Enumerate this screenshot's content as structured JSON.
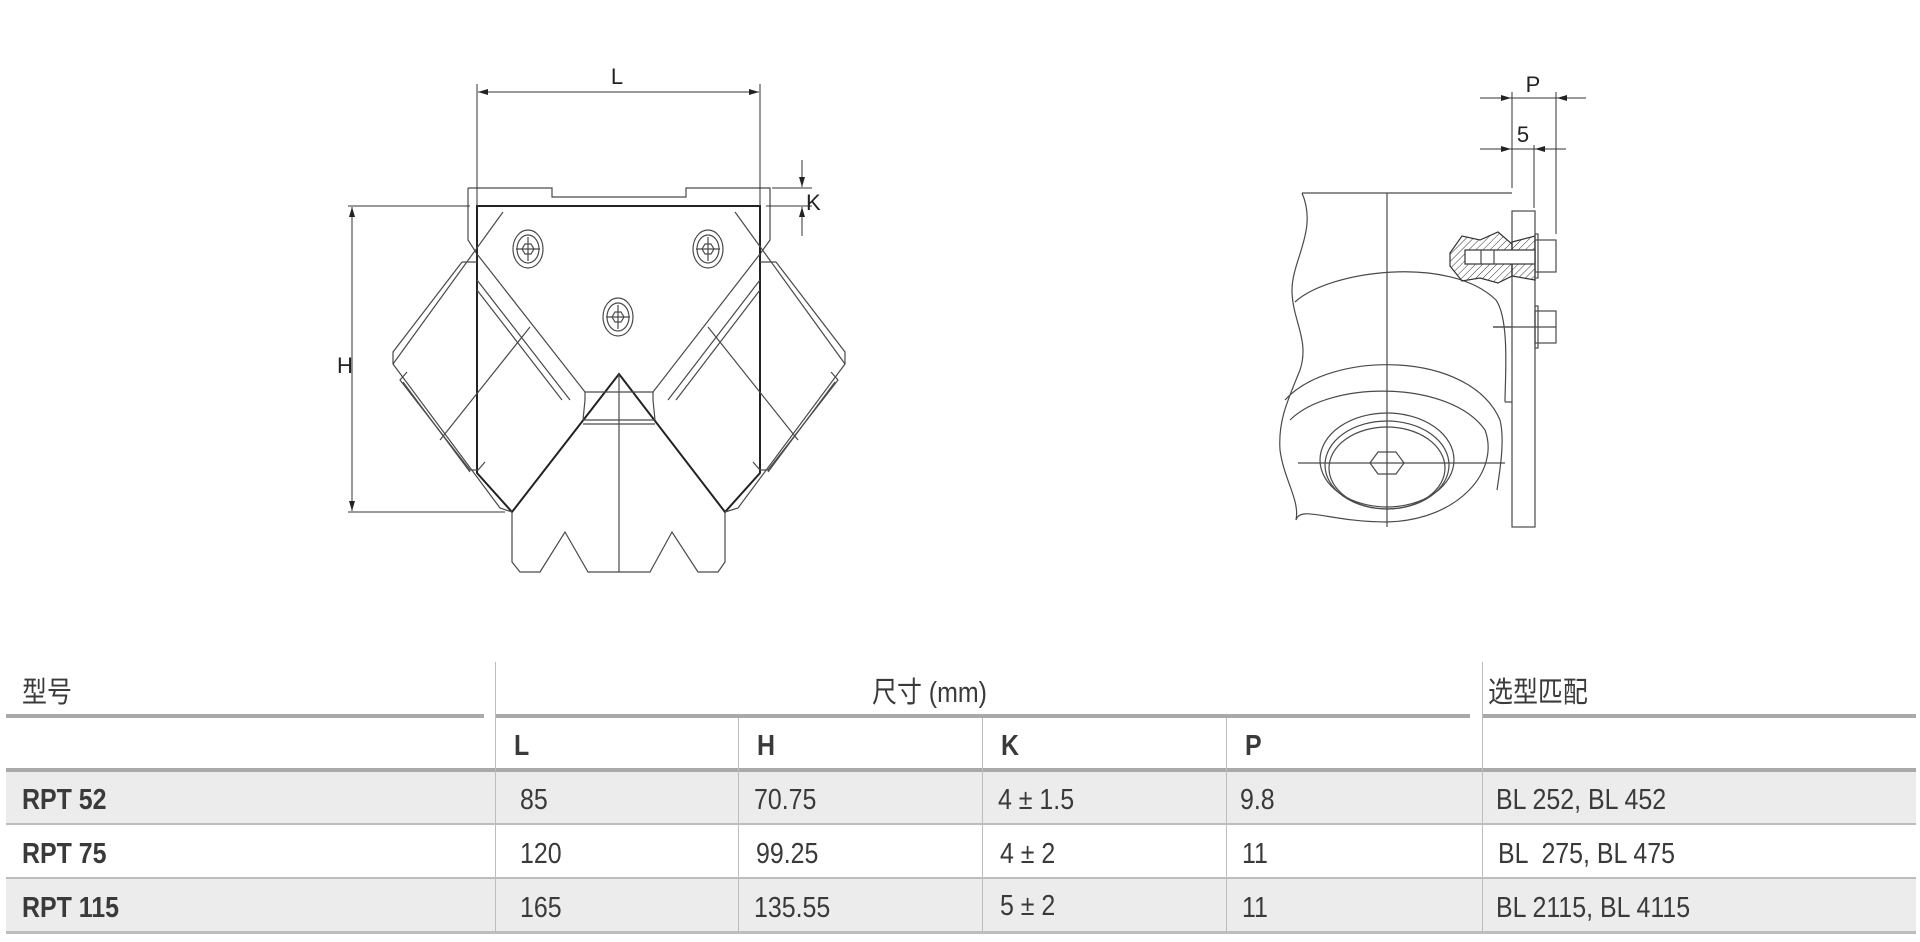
{
  "drawing": {
    "front_view": {
      "dim_L": "L",
      "dim_H": "H",
      "dim_K": "K"
    },
    "side_view": {
      "dim_P": "P",
      "dim_5": "5"
    }
  },
  "table": {
    "headers": {
      "model": "型号",
      "dimensions": "尺寸 (mm)",
      "match": "选型匹配",
      "L": "L",
      "H": "H",
      "K": "K",
      "P": "P"
    },
    "rows": [
      {
        "model": "RPT 52",
        "L": "85",
        "H": "70.75",
        "K": "4 ± 1.5",
        "P": "9.8",
        "match": "BL 252, BL 452"
      },
      {
        "model": "RPT 75",
        "L": "120",
        "H": "99.25",
        "K": "4 ± 2",
        "P": "11",
        "match": "BL  275, BL 475"
      },
      {
        "model": "RPT 115",
        "L": "165",
        "H": "135.55",
        "K": "5 ± 2",
        "P": "11",
        "match": "BL 2115, BL 4115"
      }
    ],
    "colors": {
      "row_shade": "#ececec",
      "rule": "#a9a9a9",
      "text": "#3a3a3a"
    }
  }
}
